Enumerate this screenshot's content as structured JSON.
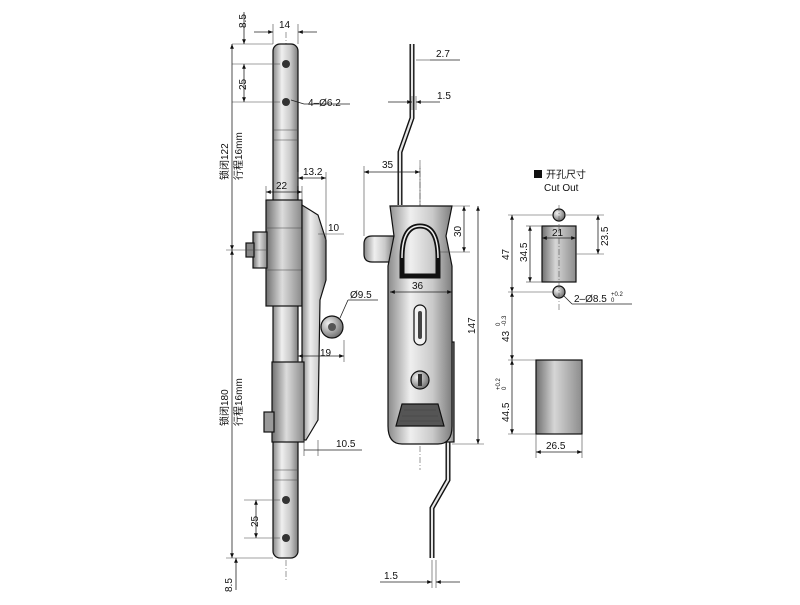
{
  "labels": {
    "d_8_5_top": "8.5",
    "d_14": "14",
    "d_25_top": "25",
    "d_holes": "4–Ø6.2",
    "d_lock122": "锁闭122",
    "d_stroke16_top": "行程16mm",
    "d_22": "22",
    "d_13_2": "13.2",
    "d_10": "10",
    "d_9_5": "Ø9.5",
    "d_19": "19",
    "d_lock180": "锁闭180",
    "d_stroke16_bot": "行程16mm",
    "d_10_5": "10.5",
    "d_25_bot": "25",
    "d_8_5_bot": "8.5",
    "d_2_7": "2.7",
    "d_1_5_top": "1.5",
    "d_35": "35",
    "d_30": "30",
    "d_36": "36",
    "d_147": "147",
    "d_1_5_bot": "1.5",
    "cutout_cn": "开孔尺寸",
    "cutout_en": "Cut Out",
    "d_21": "21",
    "d_23_5": "23.5",
    "d_34_5": "34.5",
    "d_47": "47",
    "d_2_8_5": "2–Ø8.5",
    "tol_8_5_up": "+0.2",
    "tol_8_5_lo": "0",
    "d_43": "43",
    "tol_43_up": "0",
    "tol_43_lo": "-0.3",
    "d_44_5": "44.5",
    "tol_44_5_up": "+0.2",
    "tol_44_5_lo": "0",
    "d_26_5": "26.5"
  },
  "colors": {
    "metal_light": "#eeeeee",
    "metal_mid": "#bdbdbd",
    "metal_dark": "#7a7a7a",
    "line": "#111111",
    "cutout_fill": "#9a9a9a"
  }
}
